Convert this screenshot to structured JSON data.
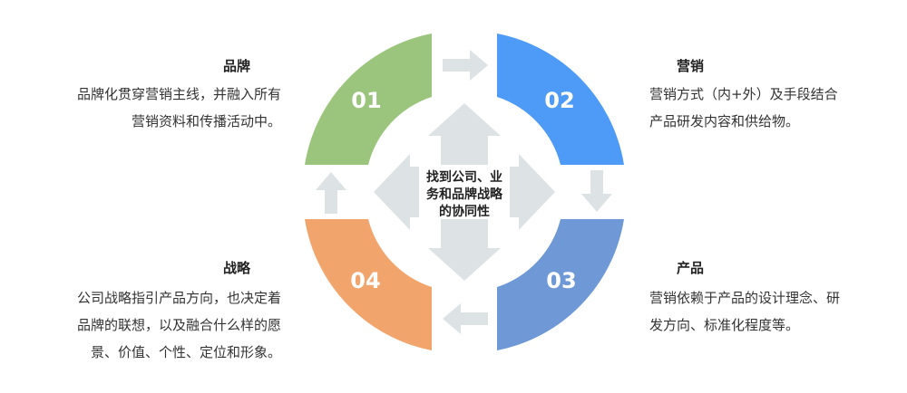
{
  "center": {
    "lines": [
      "找到公司、业",
      "务和品牌战略",
      "的协同性"
    ]
  },
  "quadrants": [
    {
      "number": "01",
      "title": "品牌",
      "desc": [
        "品牌化贯穿营销主线，并融入所有",
        "营销资料和传播活动中。"
      ],
      "color": "#9bc57c"
    },
    {
      "number": "02",
      "title": "营销",
      "desc": [
        "营销方式（内+外）及手段结合",
        "产品研发内容和供给物。"
      ],
      "color": "#4e9bf7"
    },
    {
      "number": "03",
      "title": "产品",
      "desc": [
        "营销依赖于产品的设计理念、研",
        "发方向、标准化程度等。"
      ],
      "color": "#6f98d6"
    },
    {
      "number": "04",
      "title": "战略",
      "desc": [
        "公司战略指引产品方向，也决定着",
        "品牌的联想，以及融合什么样的愿",
        "景、价值、个性、定位和形象。"
      ],
      "color": "#f1a56c"
    }
  ],
  "colors": {
    "arrow": "#dde3e4",
    "cross": "#dde3e4"
  },
  "icons": {
    "arrows": "flow-arrow-icon",
    "cross": "four-way-arrow-icon"
  }
}
